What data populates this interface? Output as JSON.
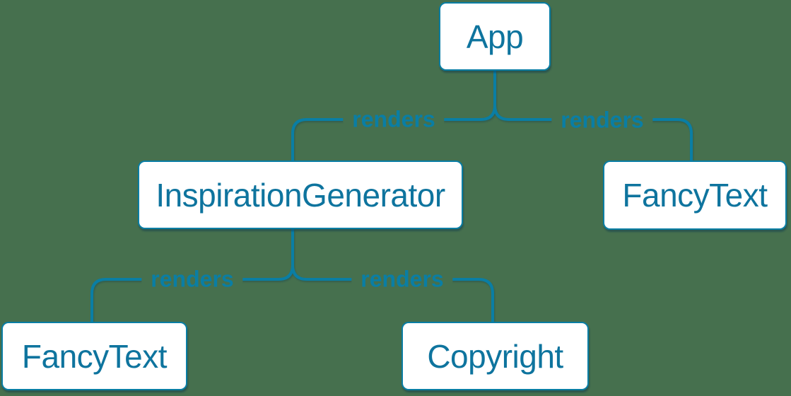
{
  "colors": {
    "background": "#46704E",
    "accent": "#0A7EA4",
    "node_fill": "#FFFFFF",
    "node_text": "#0E749E"
  },
  "nodes": {
    "app": {
      "label": "App"
    },
    "inspiration_generator": {
      "label": "InspirationGenerator"
    },
    "fancy_text_top": {
      "label": "FancyText"
    },
    "fancy_text_bottom": {
      "label": "FancyText"
    },
    "copyright": {
      "label": "Copyright"
    }
  },
  "edges": {
    "app_to_inspiration_generator": {
      "from": "App",
      "to": "InspirationGenerator",
      "label": "renders"
    },
    "app_to_fancy_text": {
      "from": "App",
      "to": "FancyText",
      "label": "renders"
    },
    "inspiration_generator_to_fancy_text": {
      "from": "InspirationGenerator",
      "to": "FancyText",
      "label": "renders"
    },
    "inspiration_generator_to_copyright": {
      "from": "InspirationGenerator",
      "to": "Copyright",
      "label": "renders"
    }
  }
}
